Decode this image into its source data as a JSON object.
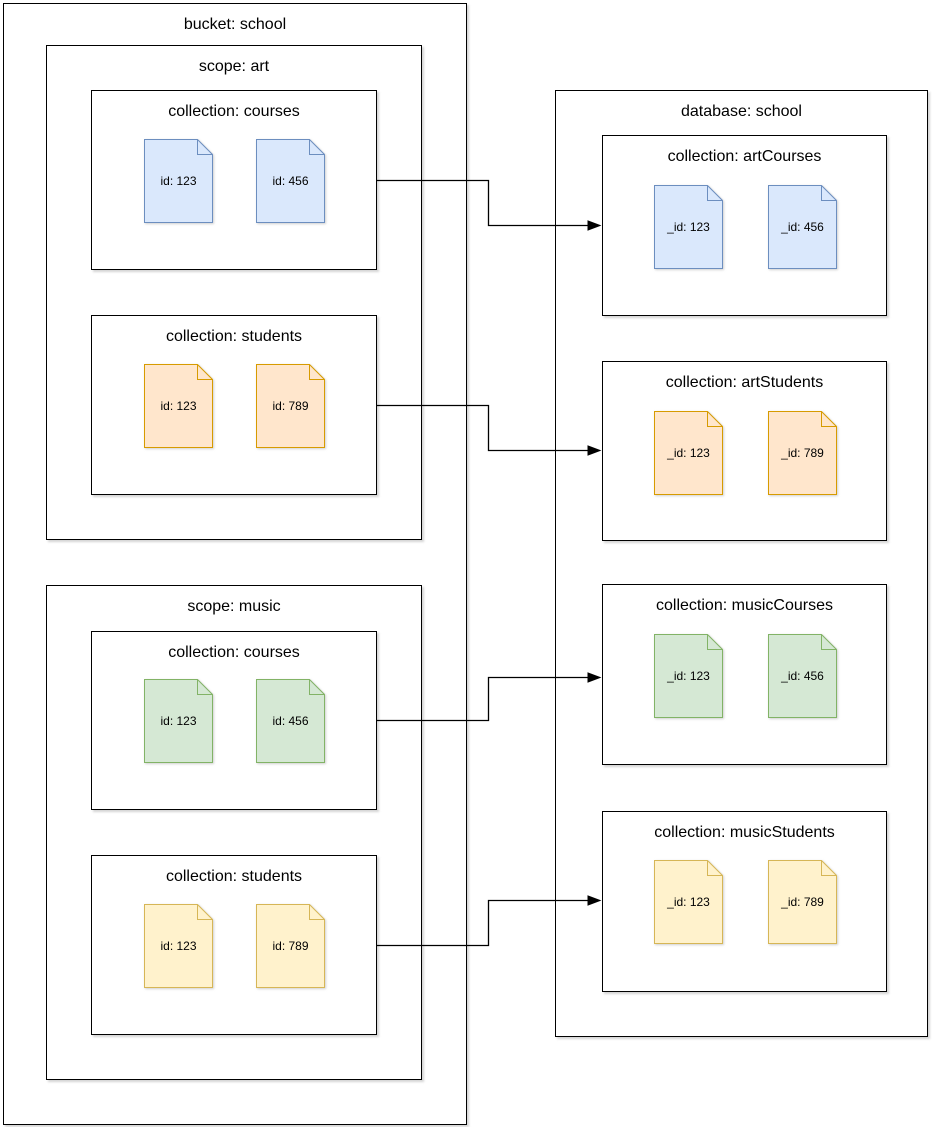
{
  "diagram": {
    "left": {
      "bucket_title": "bucket: school",
      "scopes": [
        {
          "title": "scope: art",
          "collections": [
            {
              "title": "collection: courses",
              "color": "blue",
              "docs": [
                "id: 123",
                "id: 456"
              ]
            },
            {
              "title": "collection: students",
              "color": "orange",
              "docs": [
                "id: 123",
                "id: 789"
              ]
            }
          ]
        },
        {
          "title": "scope: music",
          "collections": [
            {
              "title": "collection: courses",
              "color": "green",
              "docs": [
                "id: 123",
                "id: 456"
              ]
            },
            {
              "title": "collection: students",
              "color": "yellow",
              "docs": [
                "id: 123",
                "id: 789"
              ]
            }
          ]
        }
      ]
    },
    "right": {
      "database_title": "database: school",
      "collections": [
        {
          "title": "collection: artCourses",
          "color": "blue",
          "docs": [
            "_id: 123",
            "_id: 456"
          ]
        },
        {
          "title": "collection: artStudents",
          "color": "orange",
          "docs": [
            "_id: 123",
            "_id: 789"
          ]
        },
        {
          "title": "collection: musicCourses",
          "color": "green",
          "docs": [
            "_id: 123",
            "_id: 456"
          ]
        },
        {
          "title": "collection: musicStudents",
          "color": "yellow",
          "docs": [
            "_id: 123",
            "_id: 789"
          ]
        }
      ]
    },
    "mappings": [
      {
        "from": "bucket school / scope art / collection courses",
        "to": "database school / collection artCourses"
      },
      {
        "from": "bucket school / scope art / collection students",
        "to": "database school / collection artStudents"
      },
      {
        "from": "bucket school / scope music / collection courses",
        "to": "database school / collection musicCourses"
      },
      {
        "from": "bucket school / scope music / collection students",
        "to": "database school / collection musicStudents"
      }
    ],
    "colors": {
      "blue": {
        "fill": "#dae8fc",
        "stroke": "#6c8ebf"
      },
      "orange": {
        "fill": "#ffe6cc",
        "stroke": "#d79b00"
      },
      "green": {
        "fill": "#d5e8d4",
        "stroke": "#82b366"
      },
      "yellow": {
        "fill": "#fff2cc",
        "stroke": "#d6b656"
      },
      "line": "#000000"
    }
  }
}
